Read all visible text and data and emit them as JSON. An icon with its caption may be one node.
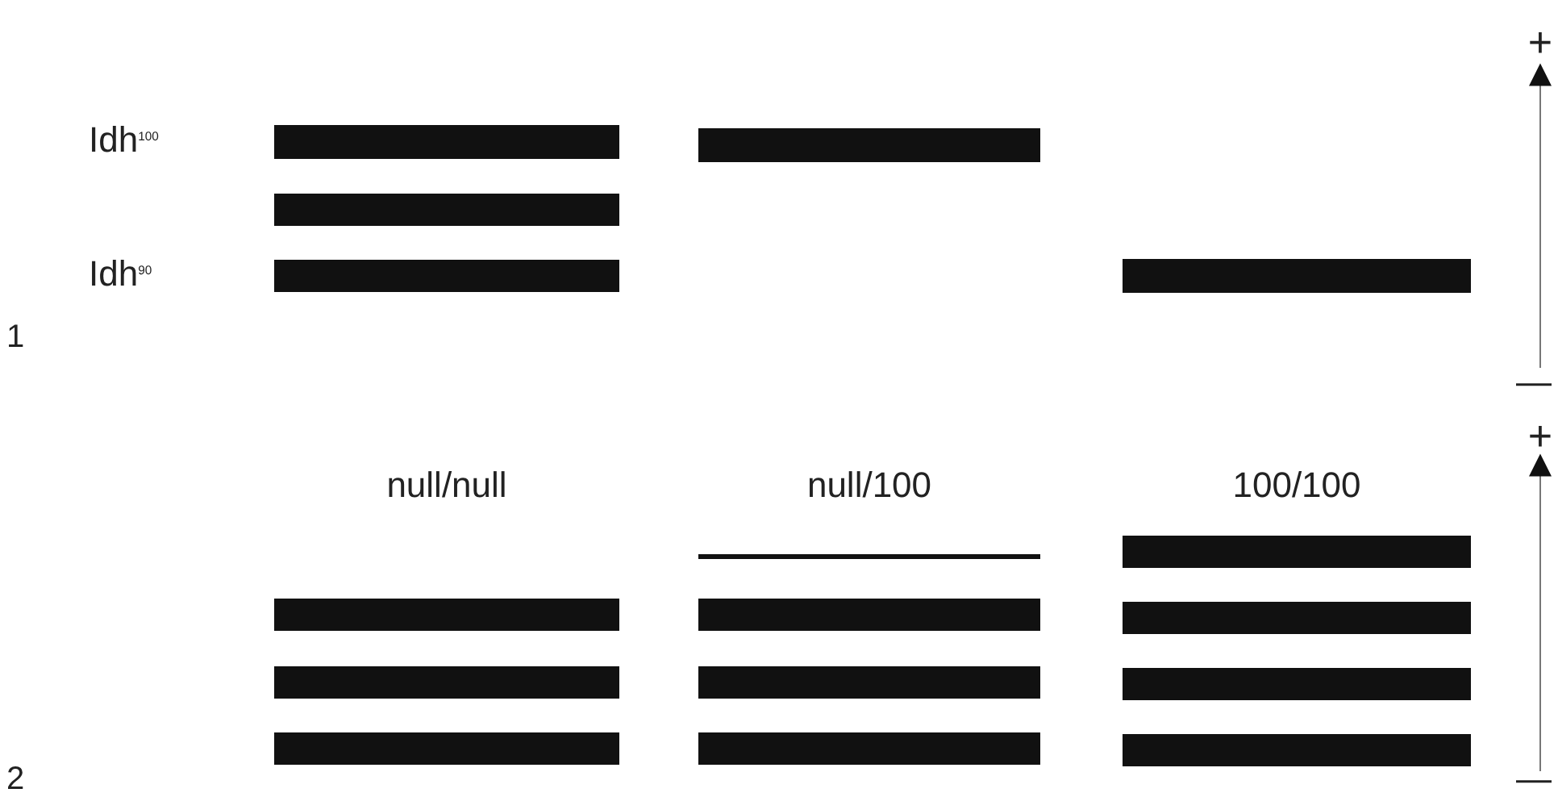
{
  "diagram": {
    "labels": [
      "+",
      "Idh$^{100}$",
      "Idh$^{90}$",
      "1",
      "—",
      "+",
      "null/null",
      "null/100",
      "100/100",
      "2",
      "—"
    ]
  }
}
